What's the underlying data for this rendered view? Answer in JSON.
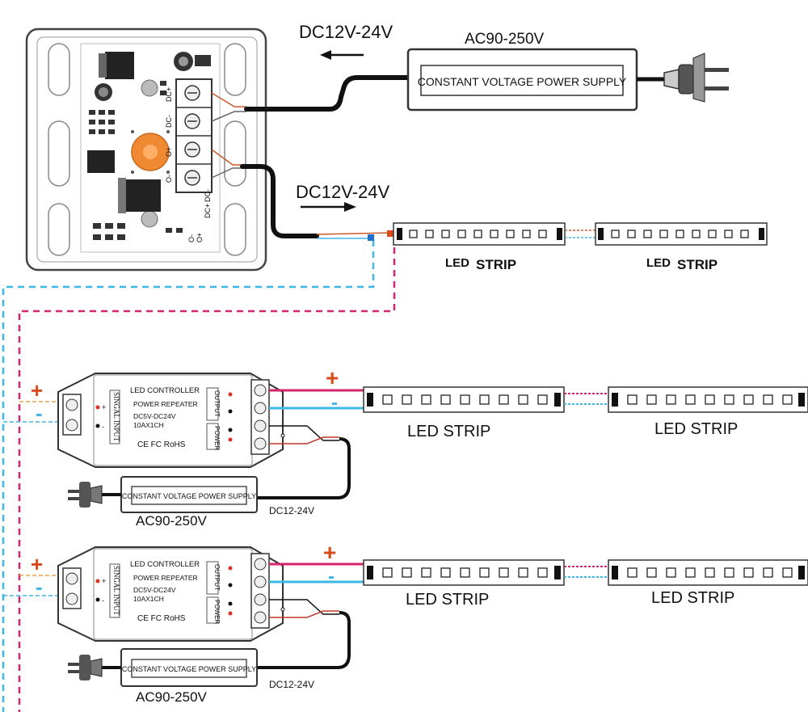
{
  "top": {
    "psu_label": "CONSTANT VOLTAGE POWER SUPPLY",
    "ac_input": "AC90-250V",
    "dc_output": "DC12V-24V",
    "dc_to_strip": "DC12V-24V",
    "terminal_labels": [
      "DC+",
      "DC-",
      "O+",
      "O-",
      "DC+",
      "DC-",
      "O-",
      "O+"
    ],
    "strips": [
      {
        "led": "LED",
        "strip": "STRIP"
      },
      {
        "led": "LED",
        "strip": "STRIP"
      }
    ]
  },
  "repeaters": [
    {
      "input_plus": "+",
      "input_minus": "-",
      "side_label": "SINGAL INPUT",
      "title": "LED CONTROLLER",
      "subtitle": "POWER REPEATER",
      "voltage": "DC5V-DC24V",
      "rating": "10AX1CH",
      "certs": "CE FC RoHS",
      "output_label": "OUTPUT",
      "power_label": "POWER",
      "out_plus": "+",
      "out_minus": "-",
      "psu_label": "CONSTANT VOLTAGE POWER SUPPLY",
      "ac_input": "AC90-250V",
      "dc": "DC12-24V",
      "strips": [
        "LED STRIP",
        "LED STRIP"
      ]
    },
    {
      "input_plus": "+",
      "input_minus": "-",
      "side_label": "SINGAL INPUT",
      "title": "LED CONTROLLER",
      "subtitle": "POWER REPEATER",
      "voltage": "DC5V-DC24V",
      "rating": "10AX1CH",
      "certs": "CE FC RoHS",
      "output_label": "OUTPUT",
      "power_label": "POWER",
      "out_plus": "+",
      "out_minus": "-",
      "psu_label": "CONSTANT VOLTAGE POWER SUPPLY",
      "ac_input": "AC90-250V",
      "dc": "DC12-24V",
      "strips": [
        "LED STRIP",
        "LED STRIP"
      ]
    }
  ],
  "colors": {
    "positive": "#d6246e",
    "negative": "#3fb7e6",
    "brown": "#c85a2a",
    "knob": "#f08a32"
  }
}
